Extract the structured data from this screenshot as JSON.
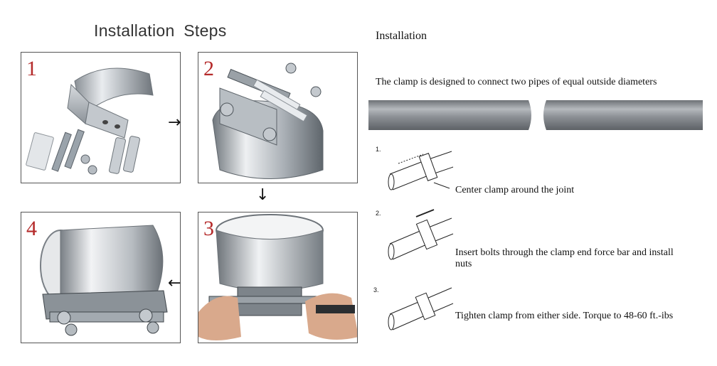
{
  "left_title": "Installation  Steps",
  "panels": [
    {
      "num": "1"
    },
    {
      "num": "2"
    },
    {
      "num": "3"
    },
    {
      "num": "4"
    }
  ],
  "arrows": {
    "right": "→",
    "down": "↓",
    "left": "←"
  },
  "right_title": "Installation",
  "intro": "The clamp is designed to connect two pipes of equal outside diameters",
  "steps": [
    {
      "num": "1.",
      "text": "Center clamp around the joint"
    },
    {
      "num": "2.",
      "text": "Insert bolts through the clamp end force bar and install nuts"
    },
    {
      "num": "3.",
      "text": "Tighten clamp from either side. Torque to 48-60 ft.-ibs"
    }
  ],
  "colors": {
    "step_number": "#b52b2b",
    "frame": "#555555",
    "steel": "#c8ccd0"
  }
}
